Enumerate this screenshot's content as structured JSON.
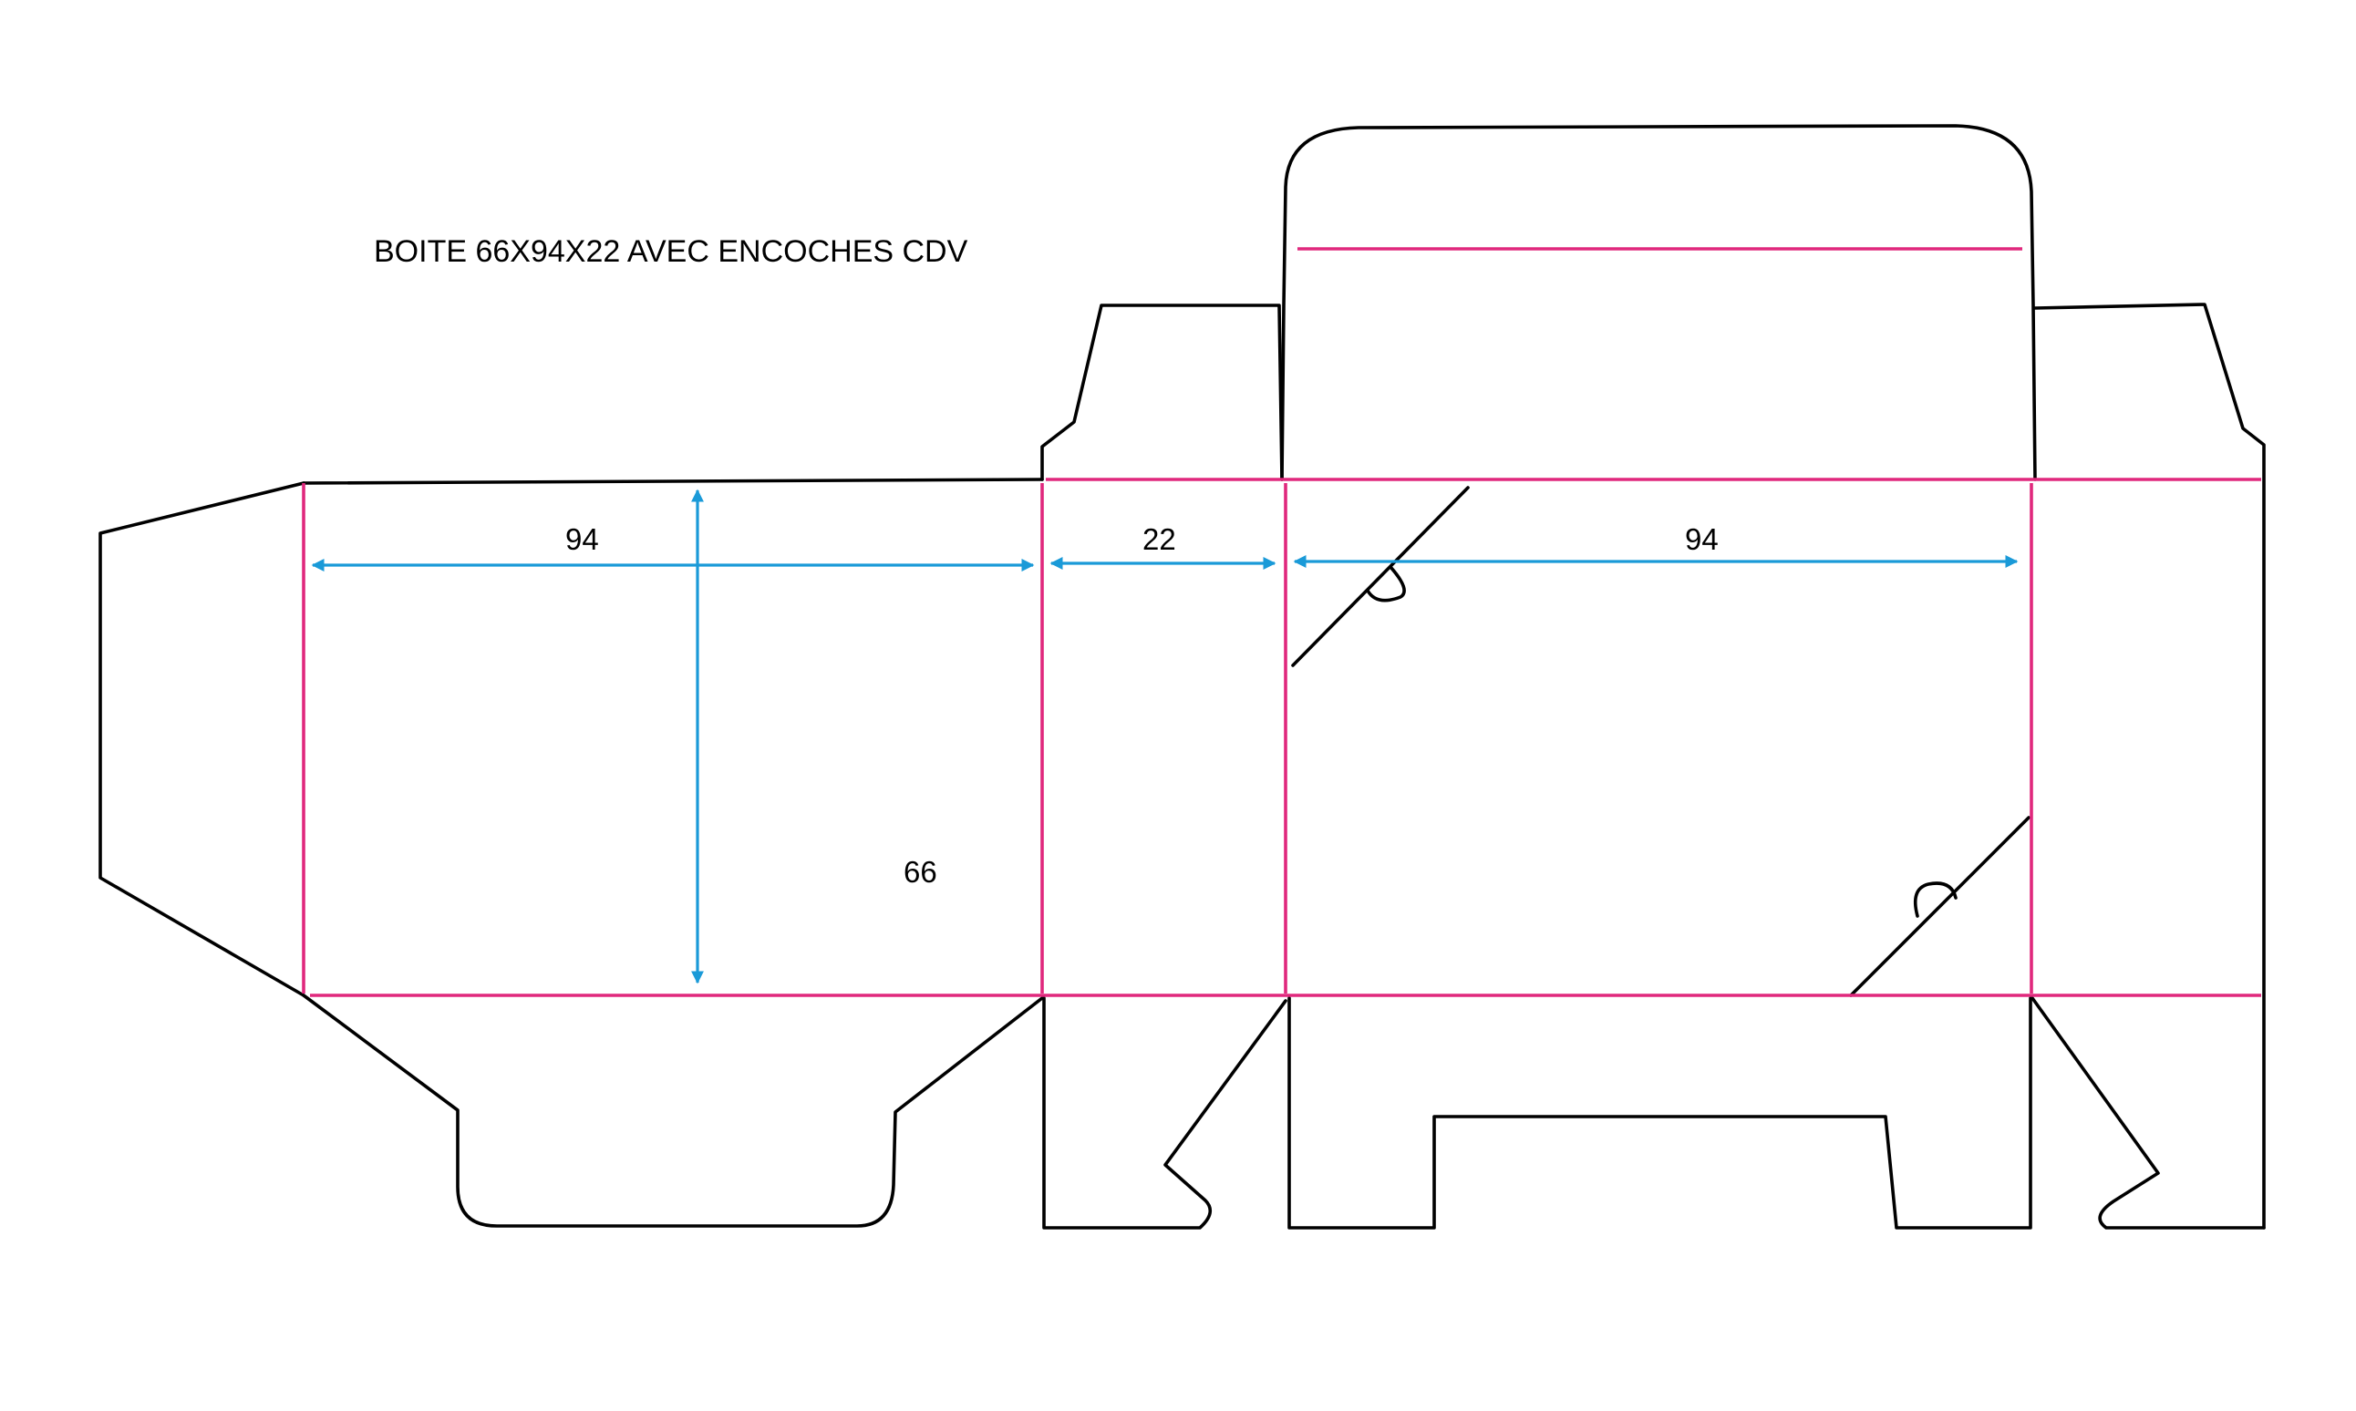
{
  "title": "BOITE 66X94X22 AVEC ENCOCHES CDV",
  "dimensions": {
    "width_left": "94",
    "depth": "22",
    "width_right": "94",
    "height": "66"
  },
  "colors": {
    "cut_line": "#000000",
    "fold_line": "#e0287d",
    "dimension_arrow": "#1a9ad8",
    "background": "#ffffff"
  }
}
